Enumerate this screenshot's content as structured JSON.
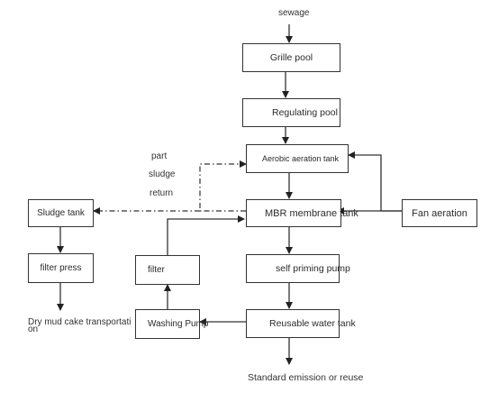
{
  "diagram": {
    "input_label": "sewage",
    "nodes": {
      "grille_pool": "Grille pool",
      "regulating_pool": "Regulating pool",
      "aerobic_tank": "Aerobic aeration tank",
      "mbr_tank": "MBR membrane tank",
      "fan_aeration": "Fan aeration",
      "self_priming_pump": "self priming pump",
      "reusable_water_tank": "Reusable water tank",
      "washing_pump": "Washing Pump",
      "filter": "filter",
      "sludge_tank": "Sludge tank",
      "filter_press": "filter press"
    },
    "return_label": [
      "part",
      "sludge",
      "return"
    ],
    "outputs": {
      "reuse": "Standard emission or reuse",
      "mud_cake_line1": "Dry mud cake transportati",
      "mud_cake_line2": "on"
    }
  }
}
